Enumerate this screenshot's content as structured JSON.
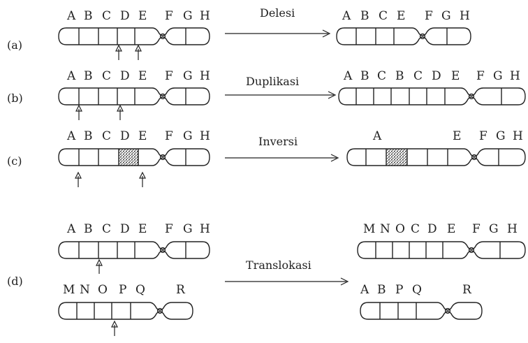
{
  "rows": {
    "a": {
      "label": "(a)",
      "operation": "Delesi",
      "before_genes": [
        "A",
        "B",
        "C",
        "D",
        "E",
        "F",
        "G",
        "H"
      ],
      "after_genes": [
        "A",
        "B",
        "C",
        "E",
        "F",
        "G",
        "H"
      ]
    },
    "b": {
      "label": "(b)",
      "operation": "Duplikasi",
      "before_genes": [
        "A",
        "B",
        "C",
        "D",
        "E",
        "F",
        "G",
        "H"
      ],
      "after_genes": [
        "A",
        "B",
        "C",
        "B",
        "C",
        "D",
        "E",
        "F",
        "G",
        "H"
      ]
    },
    "c": {
      "label": "(c)",
      "operation": "Inversi",
      "before_genes": [
        "A",
        "B",
        "C",
        "D",
        "E",
        "F",
        "G",
        "H"
      ],
      "after_genes": [
        "A",
        "E",
        "F",
        "G",
        "H"
      ]
    },
    "d": {
      "label": "(d)",
      "operation": "Translokasi",
      "before_top_genes": [
        "A",
        "B",
        "C",
        "D",
        "E",
        "F",
        "G",
        "H"
      ],
      "before_bottom_genes": [
        "M",
        "N",
        "O",
        "P",
        "Q",
        "R"
      ],
      "after_top_genes": [
        "M",
        "N",
        "O",
        "C",
        "D",
        "E",
        "F",
        "G",
        "H"
      ],
      "after_bottom_genes": [
        "A",
        "B",
        "P",
        "Q",
        "R"
      ]
    }
  },
  "colors": {
    "ink": "#222222",
    "background": "#ffffff"
  }
}
